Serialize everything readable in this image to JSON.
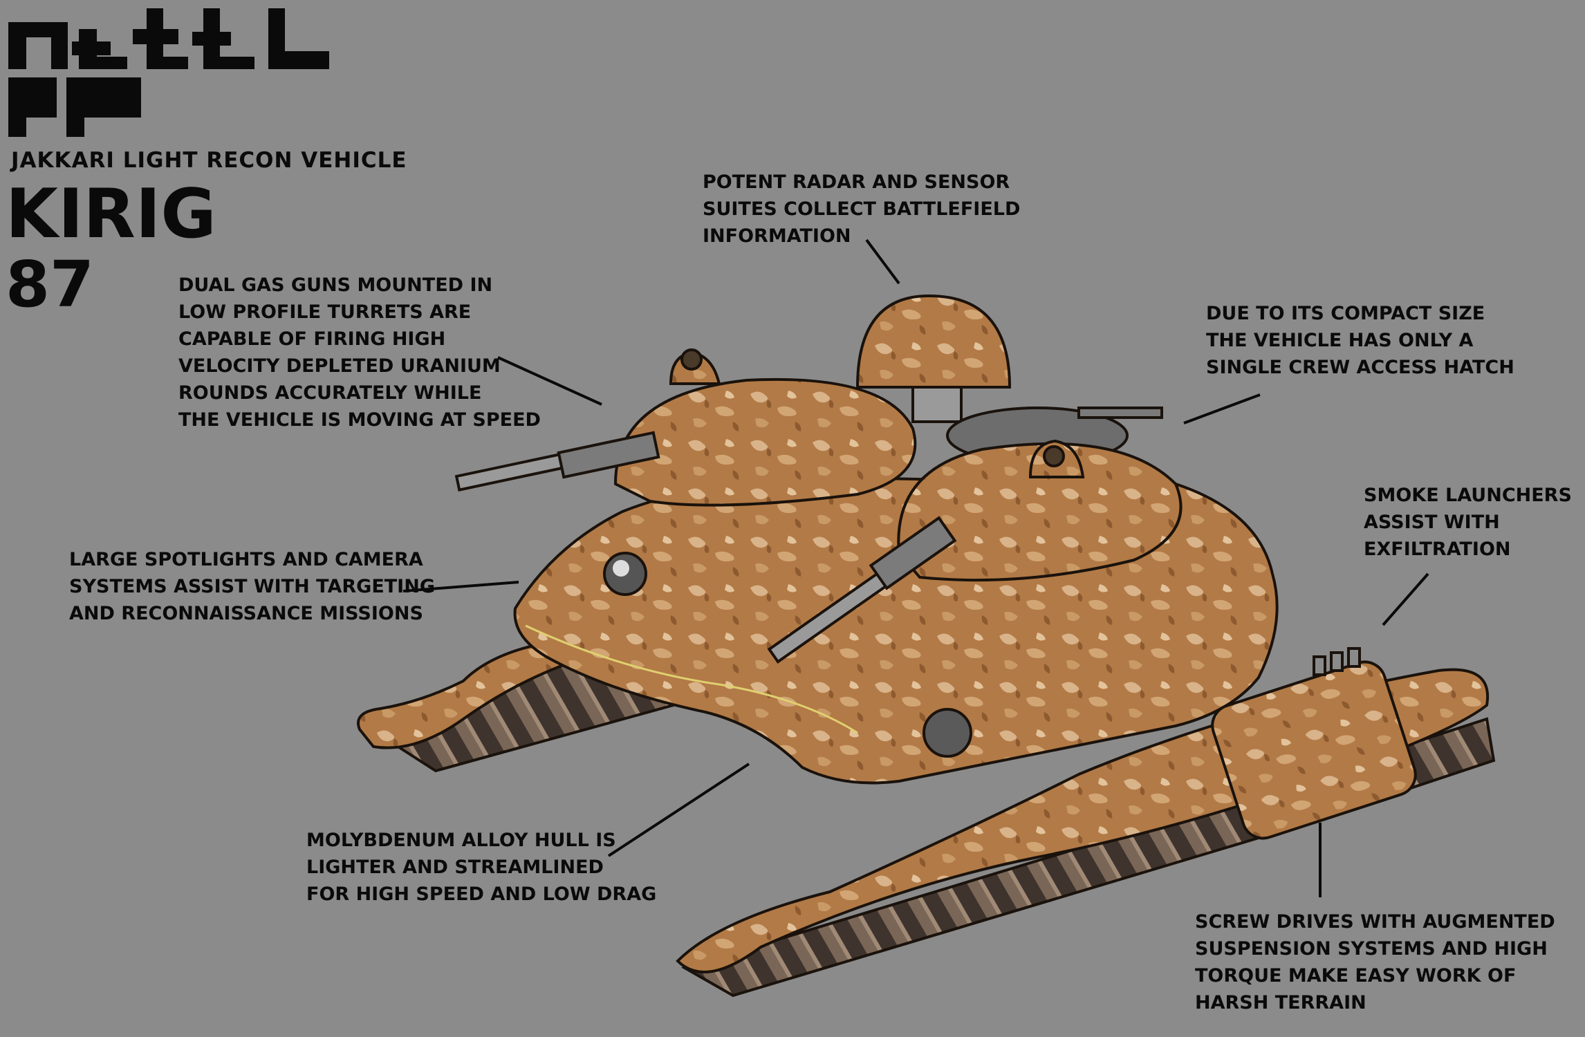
{
  "vehicle_class": "JAKKARI LIGHT RECON VEHICLE",
  "name": "KIRIG",
  "model_number": "87",
  "colors": {
    "background": "#8b8b8b",
    "hull_camo_base": "#b27a46",
    "hull_camo_light": "#d9b38a",
    "hull_camo_dark": "#8d5a30",
    "screw_metal": "#5a4a40",
    "ink": "#0a0a0a"
  },
  "annotations": [
    {
      "id": "radar",
      "lines": [
        "POTENT RADAR AND SENSOR",
        "SUITES COLLECT BATTLEFIELD",
        "INFORMATION"
      ]
    },
    {
      "id": "guns",
      "lines": [
        "DUAL GAS GUNS MOUNTED IN",
        "LOW PROFILE TURRETS ARE",
        "CAPABLE OF FIRING HIGH",
        "VELOCITY DEPLETED URANIUM",
        "ROUNDS ACCURATELY WHILE",
        "THE VEHICLE IS MOVING AT SPEED"
      ]
    },
    {
      "id": "hatch",
      "lines": [
        "DUE TO ITS COMPACT SIZE",
        "THE VEHICLE HAS ONLY A",
        "SINGLE CREW ACCESS HATCH"
      ]
    },
    {
      "id": "smoke",
      "lines": [
        "SMOKE LAUNCHERS",
        "ASSIST WITH",
        "EXFILTRATION"
      ]
    },
    {
      "id": "spotlights",
      "lines": [
        "LARGE SPOTLIGHTS AND CAMERA",
        "SYSTEMS ASSIST WITH TARGETING",
        "AND RECONNAISSANCE MISSIONS"
      ]
    },
    {
      "id": "hull",
      "lines": [
        "MOLYBDENUM ALLOY HULL IS",
        "LIGHTER AND STREAMLINED",
        "FOR HIGH SPEED AND LOW DRAG"
      ]
    },
    {
      "id": "screws",
      "lines": [
        "SCREW DRIVES WITH AUGMENTED",
        "SUSPENSION SYSTEMS AND HIGH",
        "TORQUE MAKE EASY WORK OF",
        "HARSH TERRAIN"
      ]
    }
  ]
}
